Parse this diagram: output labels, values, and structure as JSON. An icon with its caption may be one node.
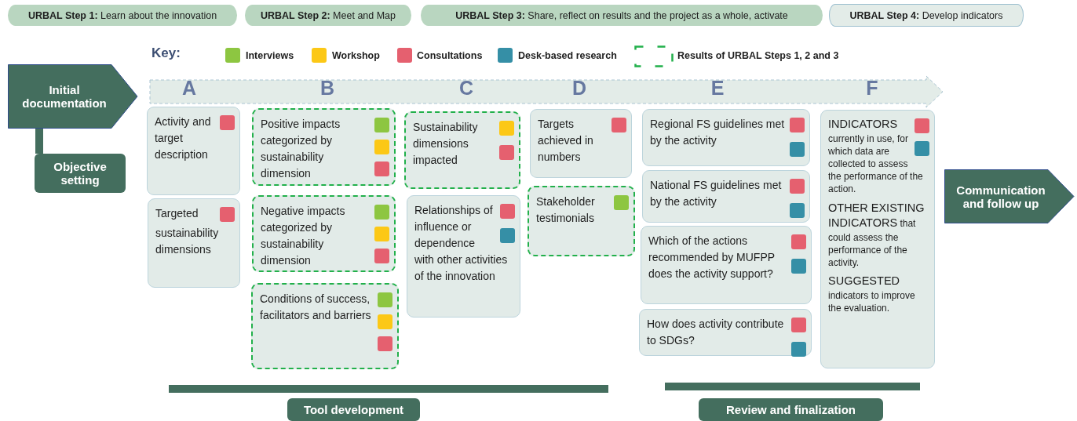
{
  "diagram": {
    "nodes": [
      {
        "text": [
          "**URBAL Step 1:** Learn about the innovation"
        ]
      },
      {
        "text": [
          "**URBAL Step 2:** Meet and Map"
        ]
      },
      {
        "text": [
          "**URBAL Step 3:** Share, reflect on results and the project as a whole, activate"
        ]
      },
      {
        "text": [
          "**URBAL Step 4:** Develop indicators"
        ]
      },
      {
        "text": [
          "Initial documentation"
        ]
      },
      {
        "text": [
          "Objective setting"
        ]
      },
      {
        "text": [
          "A",
          "B",
          "C",
          "D",
          "E",
          "F"
        ]
      },
      {
        "text": [
          "Activity and target description"
        ]
      },
      {
        "text": [
          "Targeted sustainability dimensions"
        ]
      },
      {
        "text": [
          "Positive impacts categorized by sustainability dimension"
        ]
      },
      {
        "text": [
          "Negative impacts categorized by sustainability dimension"
        ]
      },
      {
        "text": [
          "Conditions of success, facilitators and barriers"
        ]
      },
      {
        "text": [
          "Sustainability dimensions impacted"
        ]
      },
      {
        "text": [
          "Relationships of influence or dependence with other activities of the innovation"
        ]
      },
      {
        "text": [
          "Targets achieved in numbers"
        ]
      },
      {
        "text": [
          "Stakeholder testimonials"
        ]
      },
      {
        "text": [
          "Regional FS guidelines met by the activity"
        ]
      },
      {
        "text": [
          "National FS guidelines met by the activity"
        ]
      },
      {
        "text": [
          "Which of the actions recommended by MUFPP does the activity support?"
        ]
      },
      {
        "text": [
          "How does activity contribute to SDGs?"
        ]
      },
      {
        "text": [
          "**INDICATORS** currently in use, for which data are collected to assess the performance of the action.",
          "**OTHER EXISTING INDICATORS** that could assess the performance of the activity.",
          "**SUGGESTED** indicators to improve the evaluation."
        ]
      },
      {
        "text": [
          "Communication and follow up"
        ]
      },
      {
        "text": [
          "Tool development"
        ]
      },
      {
        "text": [
          "Review and finalization"
        ]
      }
    ],
    "edges": [
      {
        "from": 4,
        "to": 5,
        "arrow": "none"
      }
    ],
    "labels": [
      "Key:"
    ],
    "legend": [
      {
        "text": "Interviews",
        "color": "#8dc641"
      },
      {
        "text": "Workshop",
        "color": "#fcc816"
      },
      {
        "text": "Consultations",
        "color": "#e5606f"
      },
      {
        "text": "Desk-based research",
        "color": "#358fa6"
      },
      {
        "text": "Results of URBAL Steps 1, 2 and 3"
      }
    ]
  }
}
